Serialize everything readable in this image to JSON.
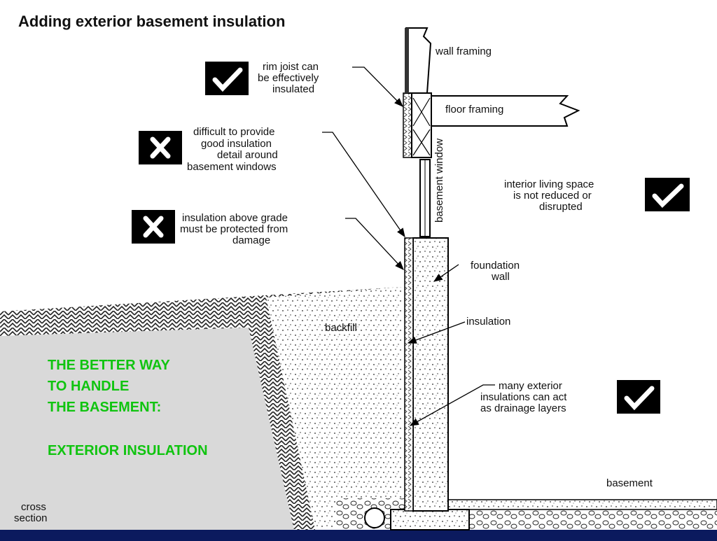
{
  "title": "Adding exterior basement insulation",
  "labels": {
    "wall_framing": "wall framing",
    "floor_framing": "floor framing",
    "basement_window": "basement window",
    "foundation_wall": [
      "foundation",
      "wall"
    ],
    "insulation": "insulation",
    "backfill": "backfill",
    "basement": "basement",
    "cross_section": [
      "cross",
      "section"
    ]
  },
  "callouts": {
    "rim_joist": {
      "mark": "check",
      "lines": [
        "rim joist can",
        "be effectively",
        "insulated"
      ]
    },
    "windows": {
      "mark": "x",
      "lines": [
        "difficult to provide",
        "good insulation",
        "detail around",
        "basement windows"
      ]
    },
    "above_grade": {
      "mark": "x",
      "lines": [
        "insulation above grade",
        "must be protected from",
        "damage"
      ]
    },
    "interior": {
      "mark": "check",
      "lines": [
        "interior living space",
        "is not reduced or",
        "disrupted"
      ]
    },
    "drainage": {
      "mark": "check",
      "lines": [
        "many exterior",
        "insulations can act",
        "as drainage layers"
      ]
    }
  },
  "slogan": [
    "THE BETTER WAY",
    "TO HANDLE",
    "THE BASEMENT:",
    "",
    "EXTERIOR INSULATION"
  ],
  "colors": {
    "slogan": "#10c410",
    "frame": "#0b1a5e",
    "panel": "#d9d9d9"
  }
}
